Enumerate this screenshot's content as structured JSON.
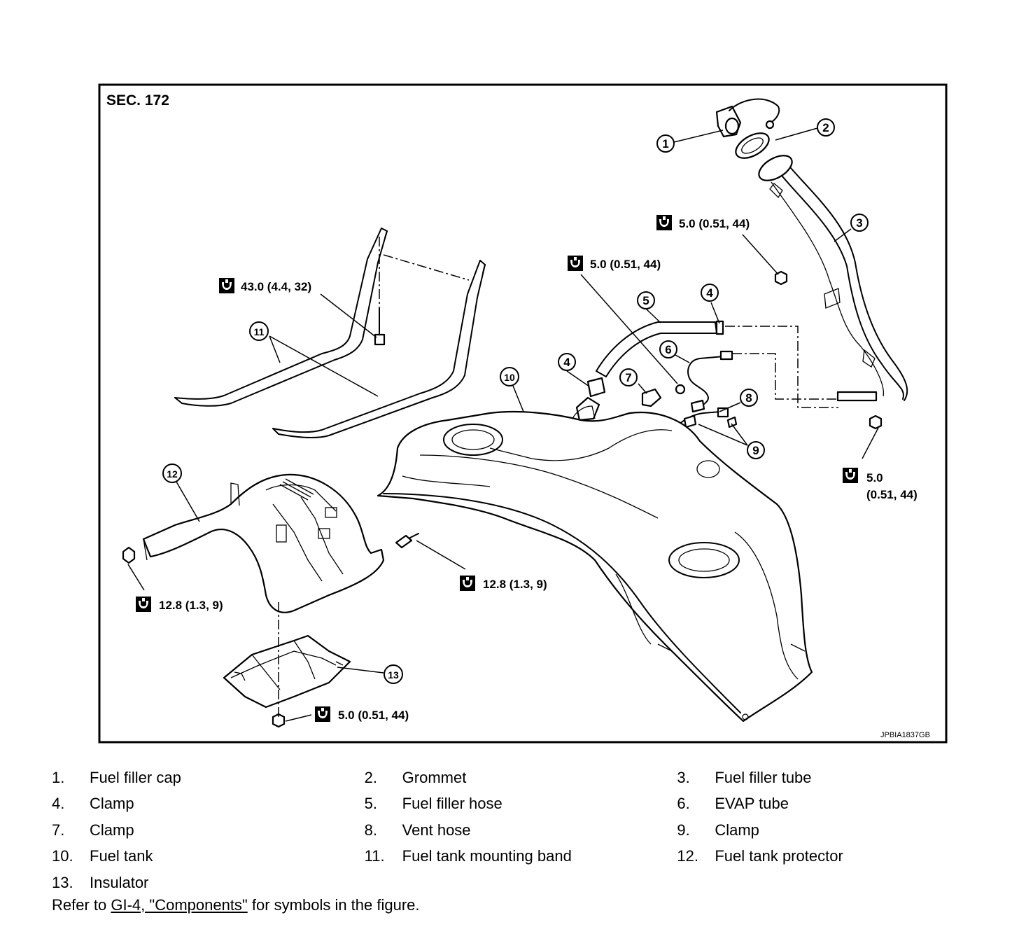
{
  "figure": {
    "section": "SEC. 172",
    "code": "JPBIA1837GB",
    "callouts": [
      "1",
      "2",
      "3",
      "4",
      "4",
      "5",
      "6",
      "7",
      "8",
      "9",
      "10",
      "11",
      "12",
      "13"
    ],
    "torques": {
      "t_filler": "5.0 (0.51, 44)",
      "t_hose": "5.0 (0.51, 44)",
      "t_band": "43.0 (4.4, 32)",
      "t_right_a": "5.0",
      "t_right_b": "(0.51, 44)",
      "t_prot_right": "12.8 (1.3, 9)",
      "t_prot_left": "12.8 (1.3, 9)",
      "t_insulator": "5.0 (0.51, 44)"
    },
    "torque_icon": "torque-wrench-icon"
  },
  "legend": [
    [
      {
        "n": "1.",
        "t": "Fuel filler cap"
      },
      {
        "n": "2.",
        "t": "Grommet"
      },
      {
        "n": "3.",
        "t": "Fuel filler tube"
      }
    ],
    [
      {
        "n": "4.",
        "t": "Clamp"
      },
      {
        "n": "5.",
        "t": "Fuel filler hose"
      },
      {
        "n": "6.",
        "t": "EVAP tube"
      }
    ],
    [
      {
        "n": "7.",
        "t": "Clamp"
      },
      {
        "n": "8.",
        "t": "Vent hose"
      },
      {
        "n": "9.",
        "t": "Clamp"
      }
    ],
    [
      {
        "n": "10.",
        "t": "Fuel tank"
      },
      {
        "n": "11.",
        "t": "Fuel tank mounting band"
      },
      {
        "n": "12.",
        "t": "Fuel tank protector"
      }
    ],
    [
      {
        "n": "13.",
        "t": "Insulator"
      }
    ]
  ],
  "note": {
    "before": "Refer to ",
    "link": "GI-4, \"Components\"",
    "after": " for symbols in the figure."
  }
}
